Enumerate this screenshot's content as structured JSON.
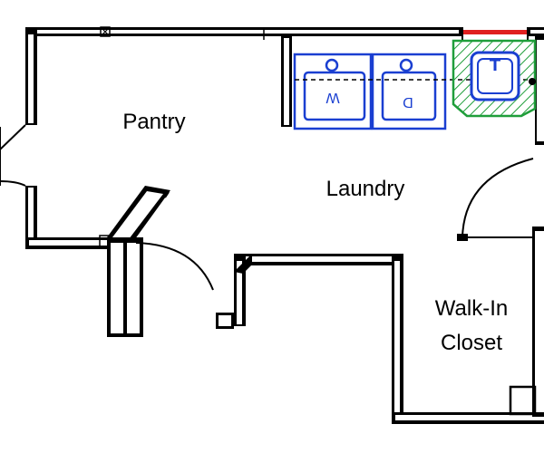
{
  "rooms": {
    "pantry": "Pantry",
    "laundry": "Laundry",
    "closet_line1": "Walk-In",
    "closet_line2": "Closet"
  },
  "appliances": {
    "washer_letter": "W",
    "dryer_letter": "D"
  },
  "colors": {
    "appliance_stroke": "#1a3fd1",
    "sink_counter": "#1f9e3a",
    "window_red": "#e02020",
    "wall": "#000000"
  },
  "icons": {
    "washer": "washer-icon",
    "dryer": "dryer-icon",
    "sink": "sink-icon",
    "faucet": "faucet-icon"
  }
}
